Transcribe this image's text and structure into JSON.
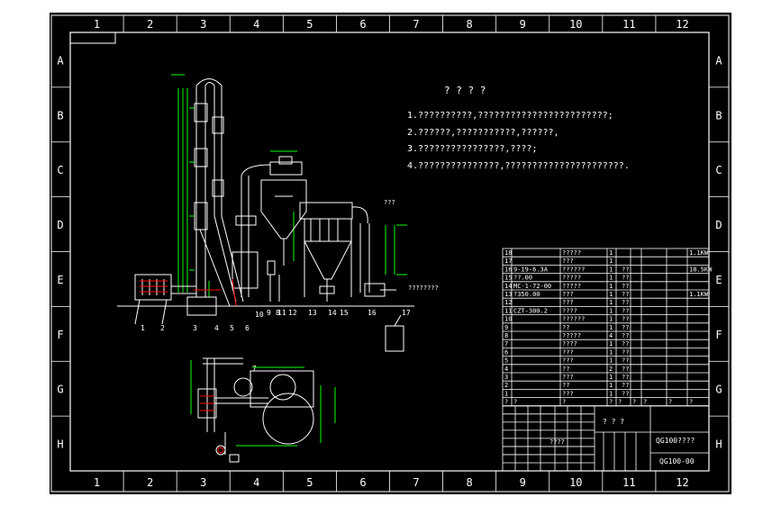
{
  "frame": {
    "columns": [
      "1",
      "2",
      "3",
      "4",
      "5",
      "6",
      "7",
      "8",
      "9",
      "10",
      "11",
      "12"
    ],
    "rows": [
      "A",
      "B",
      "C",
      "D",
      "E",
      "F",
      "G",
      "H"
    ]
  },
  "notes": {
    "title": "? ? ? ?",
    "lines": [
      "1.??????????,????????????????????????;",
      "2.??????,???????????,??????,",
      "3.????????????????,????;",
      "4.???????????????,??????????????????????."
    ]
  },
  "drawing_labels": {
    "callouts": [
      "1",
      "2",
      "3",
      "4",
      "5",
      "6",
      "7",
      "8",
      "9",
      "10",
      "11",
      "12",
      "13",
      "14",
      "15",
      "16",
      "17"
    ],
    "side_label": "????????",
    "top_label": "???"
  },
  "parts_list": {
    "rows": [
      {
        "no": "18",
        "code": "",
        "name": "?????",
        "qty": "1",
        "mat": "",
        "note": "1.1KW"
      },
      {
        "no": "17",
        "code": "",
        "name": "???",
        "qty": "1",
        "mat": "",
        "note": ""
      },
      {
        "no": "16",
        "code": "9-19-6.3A",
        "name": "??????",
        "qty": "1",
        "mat": "??",
        "note": "18.5KW"
      },
      {
        "no": "15",
        "code": "??.00",
        "name": "?????",
        "qty": "1",
        "mat": "??",
        "note": ""
      },
      {
        "no": "14",
        "code": "MC-1-72-00",
        "name": "?????",
        "qty": "1",
        "mat": "??",
        "note": ""
      },
      {
        "no": "13",
        "code": "?350.00",
        "name": "???",
        "qty": "1",
        "mat": "??",
        "note": "1.1KW"
      },
      {
        "no": "12",
        "code": "",
        "name": "???",
        "qty": "1",
        "mat": "??",
        "note": ""
      },
      {
        "no": "11",
        "code": "CZT-300.2",
        "name": "????",
        "qty": "1",
        "mat": "??",
        "note": ""
      },
      {
        "no": "10",
        "code": "",
        "name": "??????",
        "qty": "1",
        "mat": "??",
        "note": ""
      },
      {
        "no": "9",
        "code": "",
        "name": "??",
        "qty": "1",
        "mat": "??",
        "note": ""
      },
      {
        "no": "8",
        "code": "",
        "name": "?????",
        "qty": "4",
        "mat": "??",
        "note": ""
      },
      {
        "no": "7",
        "code": "",
        "name": "????",
        "qty": "1",
        "mat": "??",
        "note": ""
      },
      {
        "no": "6",
        "code": "",
        "name": "???",
        "qty": "1",
        "mat": "??",
        "note": ""
      },
      {
        "no": "5",
        "code": "",
        "name": "???",
        "qty": "1",
        "mat": "??",
        "note": ""
      },
      {
        "no": "4",
        "code": "",
        "name": "??",
        "qty": "2",
        "mat": "??",
        "note": ""
      },
      {
        "no": "3",
        "code": "",
        "name": "???",
        "qty": "1",
        "mat": "??",
        "note": ""
      },
      {
        "no": "2",
        "code": "",
        "name": "??",
        "qty": "1",
        "mat": "??",
        "note": ""
      },
      {
        "no": "1",
        "code": "",
        "name": "???",
        "qty": "1",
        "mat": "??",
        "note": ""
      }
    ],
    "header": [
      "?",
      "?",
      "?",
      "?",
      "?",
      "?",
      "?",
      "?",
      "?"
    ],
    "drawing_title": "QG100????",
    "drawing_number": "QG100-00",
    "sub_title": "? ? ?",
    "project": "????"
  }
}
